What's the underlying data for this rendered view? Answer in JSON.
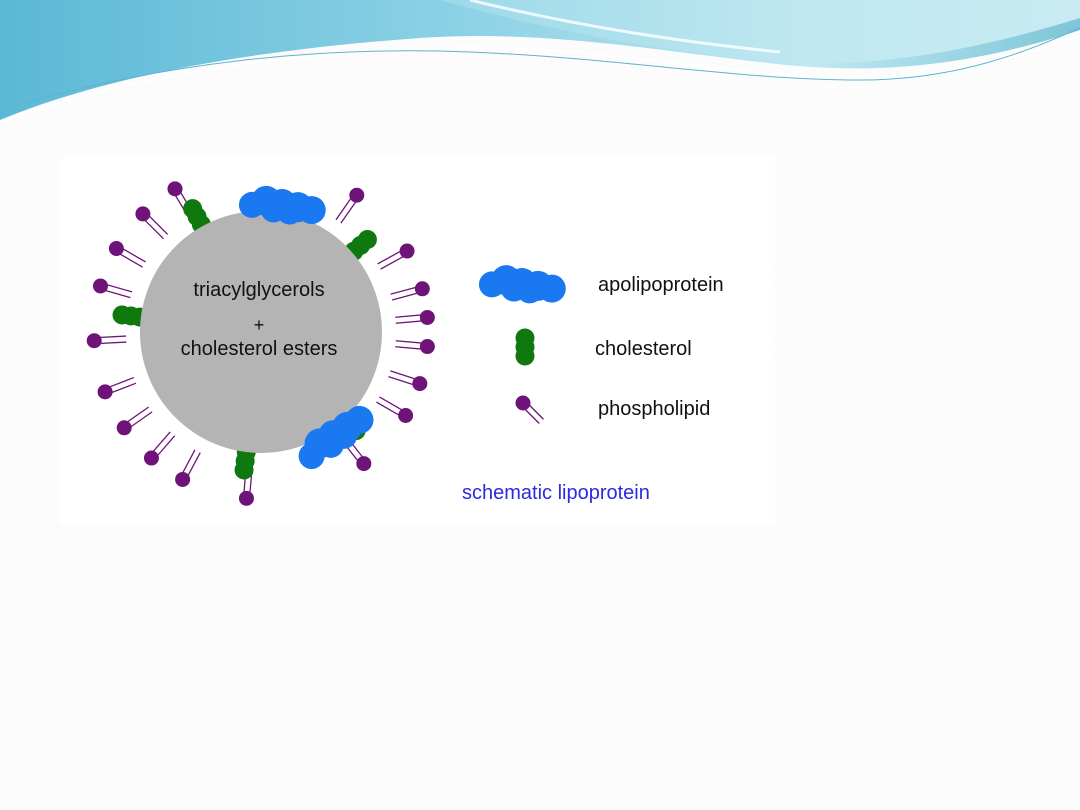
{
  "core": {
    "line1": "triacylglycerols",
    "line2": "+",
    "line3": "cholesterol esters"
  },
  "legend": {
    "apolipoprotein": "apolipoprotein",
    "cholesterol": "cholesterol",
    "phospholipid": "phospholipid"
  },
  "caption": "schematic lipoprotein",
  "colors": {
    "core": "#b4b4b4",
    "apolipoprotein": "#1a78f0",
    "cholesterol": "#0f780f",
    "phospholipid": "#6e1478",
    "caption": "#2a2ae0",
    "header_wave": "#7cc6d8"
  },
  "icons": [
    "header-wave",
    "lipoprotein-core",
    "apolipoprotein-icon",
    "cholesterol-icon",
    "phospholipid-icon"
  ]
}
